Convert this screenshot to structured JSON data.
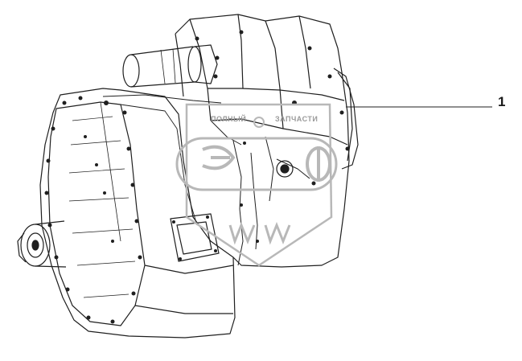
{
  "callout": {
    "label": "1"
  },
  "watermark": {
    "left_text": "ПОЛНЫЙ",
    "right_text": "ЗАПЧАСТИ",
    "logo_letters": "ЭФ",
    "color": "#b8b8b8"
  },
  "drawing": {
    "line_color": "#1f1f1f",
    "background": "#ffffff"
  }
}
